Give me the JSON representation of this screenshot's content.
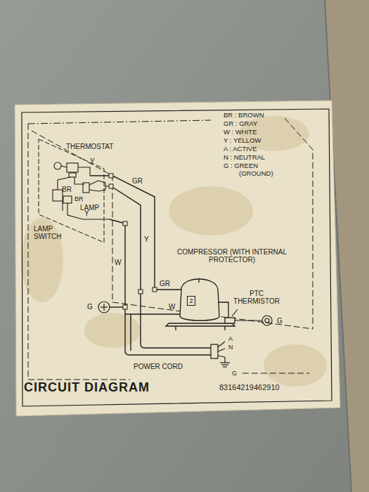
{
  "diagram": {
    "title": "CIRCUIT DIAGRAM",
    "nodes": [
      {
        "text": [
          "2"
        ]
      }
    ],
    "labels": [
      "THERMOSTAT",
      "Y",
      "BR",
      "BR",
      "LAMP",
      "Y",
      "LAMP SWITCH",
      "GR",
      "Y",
      "W",
      "G",
      "GR",
      "W",
      "COMPRESSOR (WITH INTERNAL PROTECTOR)",
      "PTC THERMISTOR",
      "G",
      "A",
      "N",
      "G",
      "POWER CORD",
      "83164219462910"
    ],
    "legend": [
      {
        "text": "BR : BROWN"
      },
      {
        "text": "GR : GRAY"
      },
      {
        "text": "W : WHITE"
      },
      {
        "text": "Y : YELLOW"
      },
      {
        "text": "A : ACTIVE"
      },
      {
        "text": "N : NEUTRAL"
      },
      {
        "text": "G : GREEN (GROUND)"
      }
    ]
  }
}
